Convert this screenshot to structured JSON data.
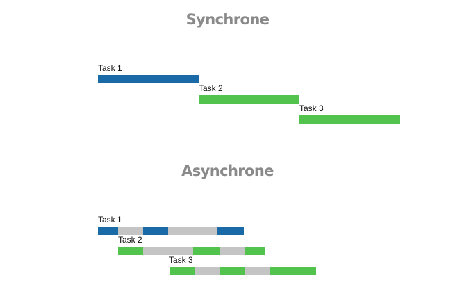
{
  "colors": {
    "blue": "#1a6aa8",
    "green": "#52c44e",
    "wait": "#c4c4c4",
    "heading": "#8a8a8a",
    "text": "#111111"
  },
  "sync": {
    "title": "Synchrone",
    "tasks": [
      {
        "label": "Task 1",
        "segments": [
          {
            "state": "active",
            "color": "blue"
          }
        ]
      },
      {
        "label": "Task 2",
        "segments": [
          {
            "state": "active",
            "color": "green"
          }
        ]
      },
      {
        "label": "Task 3",
        "segments": [
          {
            "state": "active",
            "color": "green"
          }
        ]
      }
    ]
  },
  "async": {
    "title": "Asynchrone",
    "tasks": [
      {
        "label": "Task 1",
        "segments": [
          {
            "state": "active",
            "color": "blue"
          },
          {
            "state": "waiting",
            "color": "wait"
          },
          {
            "state": "active",
            "color": "blue"
          },
          {
            "state": "waiting",
            "color": "wait"
          },
          {
            "state": "active",
            "color": "blue"
          }
        ]
      },
      {
        "label": "Task 2",
        "segments": [
          {
            "state": "active",
            "color": "green"
          },
          {
            "state": "waiting",
            "color": "wait"
          },
          {
            "state": "active",
            "color": "green"
          },
          {
            "state": "waiting",
            "color": "wait"
          },
          {
            "state": "active",
            "color": "green"
          }
        ]
      },
      {
        "label": "Task 3",
        "segments": [
          {
            "state": "active",
            "color": "green"
          },
          {
            "state": "waiting",
            "color": "wait"
          },
          {
            "state": "active",
            "color": "green"
          },
          {
            "state": "waiting",
            "color": "wait"
          },
          {
            "state": "active",
            "color": "green"
          }
        ]
      }
    ]
  }
}
